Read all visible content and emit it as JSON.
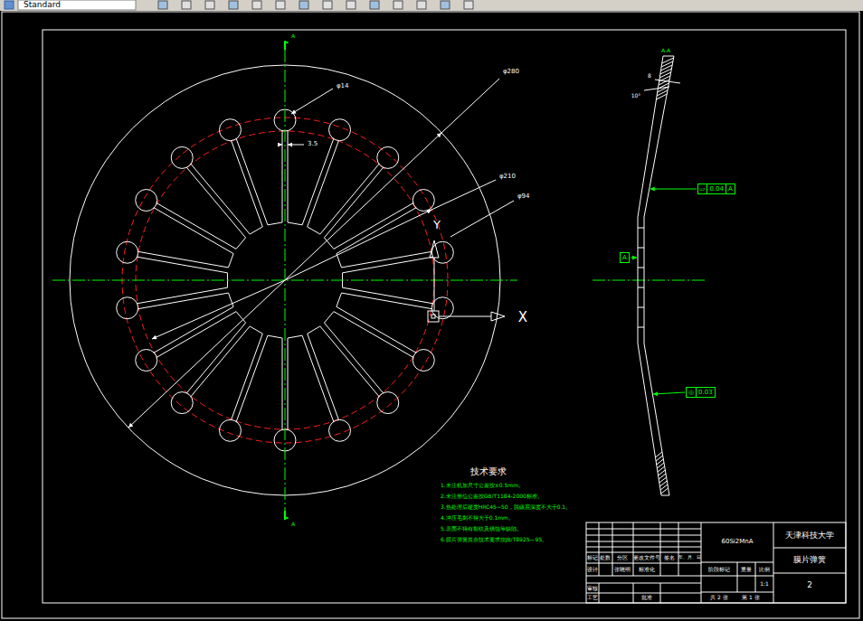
{
  "diagram": {
    "nodes": [
      {
        "text": [
          "▱",
          "0.04",
          "A"
        ]
      },
      {
        "text": [
          "A"
        ]
      },
      {
        "text": [
          "◎",
          "0.03"
        ]
      }
    ],
    "labels": [
      "Standard",
      "A",
      "A",
      "φ14",
      "3.5",
      "φ280",
      "φ210",
      "φ94",
      "Y",
      "X",
      "A-A",
      "8",
      "10°",
      "技术要求",
      "1.未注机加尺寸公差按±0.5mm。",
      "2.未注形位公差按GB/T1184-2000标准。",
      "3.热处理后硬度HRC45~50，脱碳层深度不大于0.1。",
      "4.冲压毛刺不得大于0.1mm。",
      "5.表面不得有裂纹及锈蚀等缺陷。",
      "6.膜片弹簧其余技术要求按JB/T8925—95。",
      "60Si2MnA",
      "天津科技大学",
      "膜片弹簧",
      "2",
      "标记",
      "处数",
      "分区",
      "更改文件号",
      "签名",
      "年、月、日",
      "设计",
      "张晓明",
      "标准化",
      "审核",
      "工艺",
      "批准",
      "阶段标记",
      "重量",
      "比例",
      "1:1",
      "共 2 张",
      "第 1 张"
    ]
  }
}
